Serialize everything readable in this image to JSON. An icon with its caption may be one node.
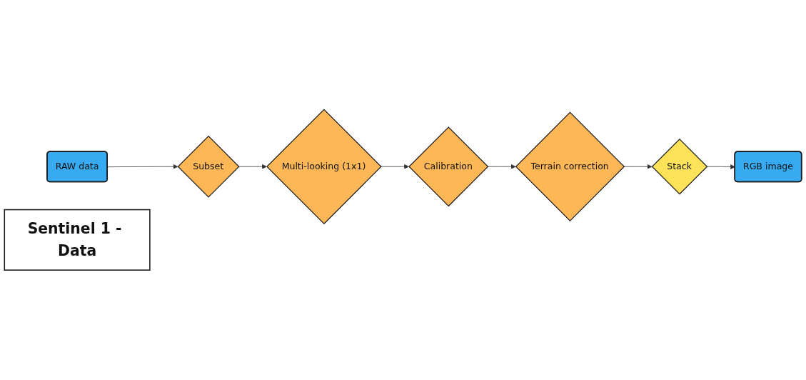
{
  "diagram": {
    "nodes": [
      {
        "text": [
          "RAW data"
        ]
      },
      {
        "text": [
          "Subset"
        ]
      },
      {
        "text": [
          "Multi-looking (1x1)"
        ]
      },
      {
        "text": [
          "Calibration"
        ]
      },
      {
        "text": [
          "Terrain correction"
        ]
      },
      {
        "text": [
          "Stack"
        ]
      },
      {
        "text": [
          "RGB image"
        ]
      },
      {
        "text": [
          "Sentinel 1 - Data"
        ]
      }
    ],
    "edges": [
      {
        "from": 0,
        "to": 1,
        "arrow": "to"
      },
      {
        "from": 1,
        "to": 2,
        "arrow": "to"
      },
      {
        "from": 2,
        "to": 3,
        "arrow": "to"
      },
      {
        "from": 3,
        "to": 4,
        "arrow": "to"
      },
      {
        "from": 4,
        "to": 5,
        "arrow": "to"
      },
      {
        "from": 5,
        "to": 6,
        "arrow": "to"
      }
    ]
  }
}
